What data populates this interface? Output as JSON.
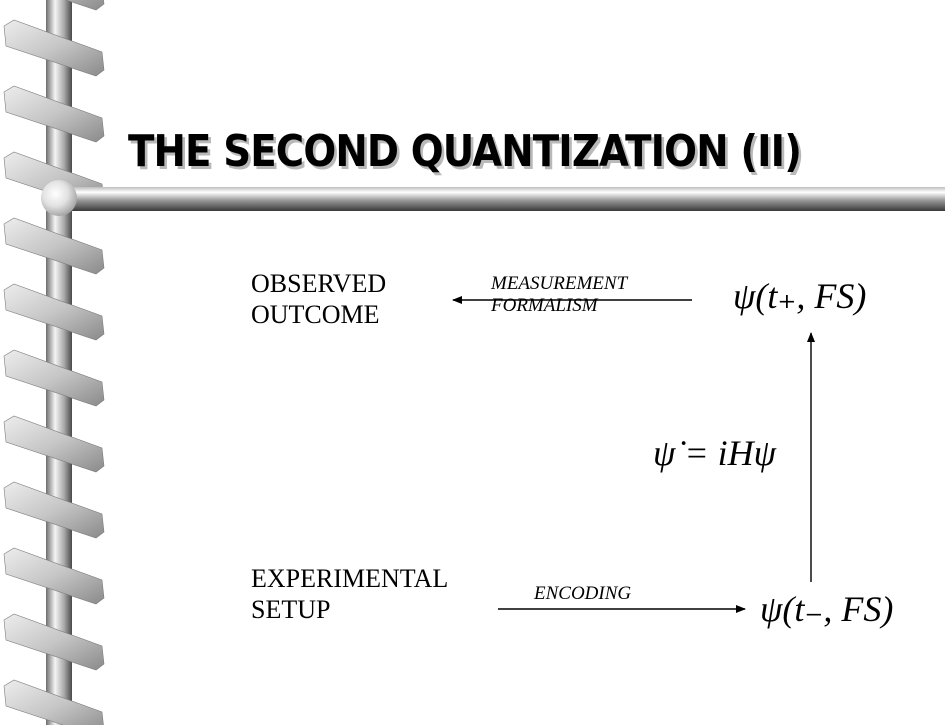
{
  "title": "THE SECOND QUANTIZATION  (II)",
  "nodes": {
    "observed_outcome": [
      "OBSERVED",
      "OUTCOME"
    ],
    "experimental_setup": [
      "EXPERIMENTAL",
      "SETUP"
    ],
    "psi_plus": "ψ(t₊, FS)",
    "psi_minus": "ψ(t₋, FS)"
  },
  "edges": {
    "measurement": [
      "MEASUREMENT",
      "FORMALISM"
    ],
    "encoding": "ENCODING",
    "evolution": "ψ̇ = iHψ"
  }
}
